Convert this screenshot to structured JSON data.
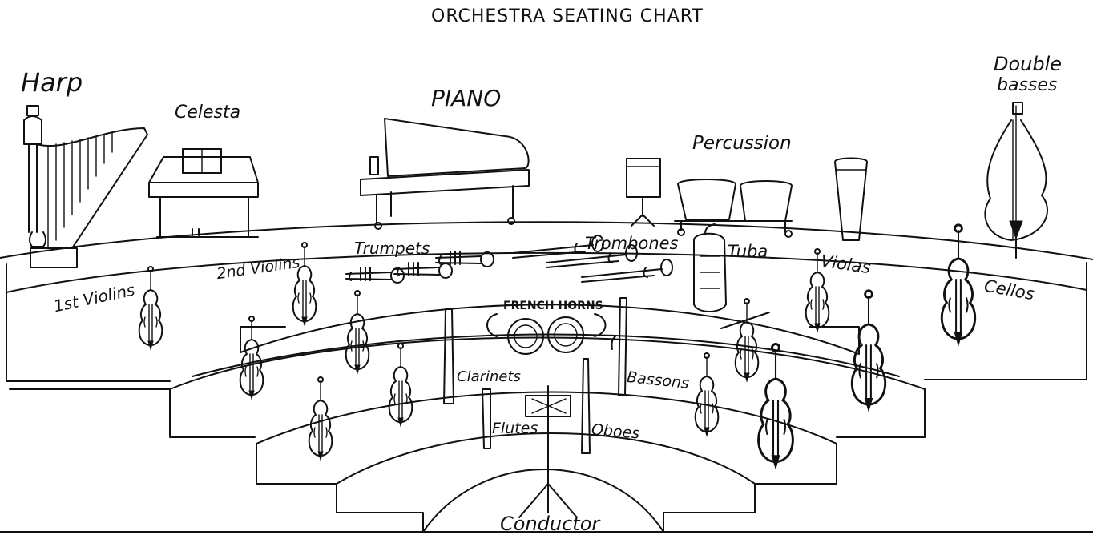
{
  "title": "ORCHESTRA SEATING CHART",
  "labels": {
    "harp": "Harp",
    "celesta": "Celesta",
    "piano": "PIANO",
    "percussion": "Percussion",
    "double_basses_line1": "Double",
    "double_basses_line2": "basses",
    "first_violins": "1st Violins",
    "second_violins": "2nd Violins",
    "trumpets": "Trumpets",
    "trombones": "Trombones",
    "tuba": "Tuba",
    "violas": "Violas",
    "cellos": "Cellos",
    "french_horns": "FRENCH HORNS",
    "clarinets": "Clarinets",
    "bassoons": "Bassons",
    "flutes": "Flutes",
    "oboes": "Oboes",
    "conductor": "Conductor"
  }
}
